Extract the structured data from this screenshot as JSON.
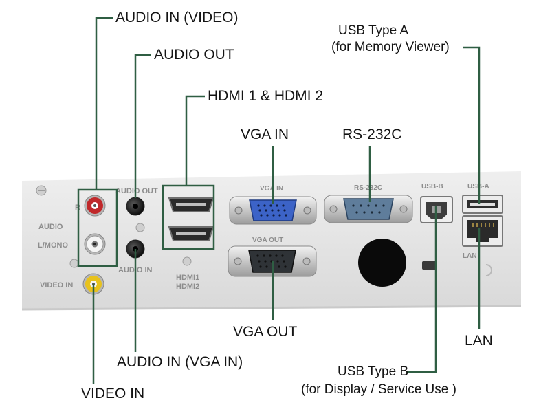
{
  "callouts": {
    "audio_in_video": "AUDIO IN (VIDEO)",
    "audio_out": "AUDIO OUT",
    "hdmi": "HDMI 1 &  HDMI 2",
    "vga_in": "VGA IN",
    "rs232c": "RS-232C",
    "usb_a_line1": "USB Type A",
    "usb_a_line2": "(for Memory Viewer)",
    "vga_out": "VGA OUT",
    "lan": "LAN",
    "audio_in_vga": "AUDIO IN (VGA IN)",
    "usb_b_line1": "USB Type B",
    "usb_b_line2": "(for Display / Service Use )",
    "video_in": "VIDEO IN"
  },
  "panel_labels": {
    "audio_out": "AUDIO OUT",
    "r": "R",
    "audio": "AUDIO",
    "l_mono": "L/MONO",
    "audio_in": "AUDIO IN",
    "video_in": "VIDEO IN",
    "hdmi1": "HDMI1",
    "hdmi2": "HDMI2",
    "vga_in": "VGA IN",
    "vga_out": "VGA OUT",
    "rs232c": "RS-232C",
    "usb_b": "USB-B",
    "usb_a": "USB-A",
    "lan": "LAN"
  },
  "colors": {
    "leader_line": "#2f5e43",
    "panel": "#e4e4e4",
    "rca_red": "#c0282a",
    "rca_white": "#f4f4f4",
    "rca_yellow": "#e8c21c",
    "vga_in_blue": "#3c63c7",
    "vga_out_dark": "#2f3337",
    "rs232c_blue": "#5f7d9b"
  }
}
